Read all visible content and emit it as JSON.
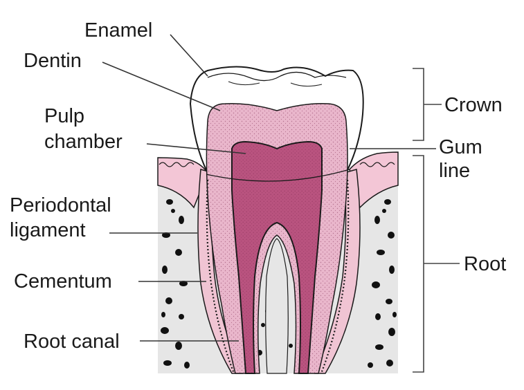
{
  "labels": {
    "enamel": "Enamel",
    "dentin": "Dentin",
    "pulp_chamber_line1": "Pulp",
    "pulp_chamber_line2": "chamber",
    "periodontal_ligament_line1": "Periodontal",
    "periodontal_ligament_line2": "ligament",
    "cementum": "Cementum",
    "root_canal": "Root canal",
    "crown": "Crown",
    "gum_line_line1": "Gum",
    "gum_line_line2": "line",
    "root": "Root"
  },
  "colors": {
    "enamel": "#ffffff",
    "dentin": "#e9b6cb",
    "pulp": "#b9537f",
    "gum": "#f3c6d6",
    "bone": "#e6e6e6",
    "bone_spots": "#111111",
    "outline": "#1a1a1a"
  }
}
